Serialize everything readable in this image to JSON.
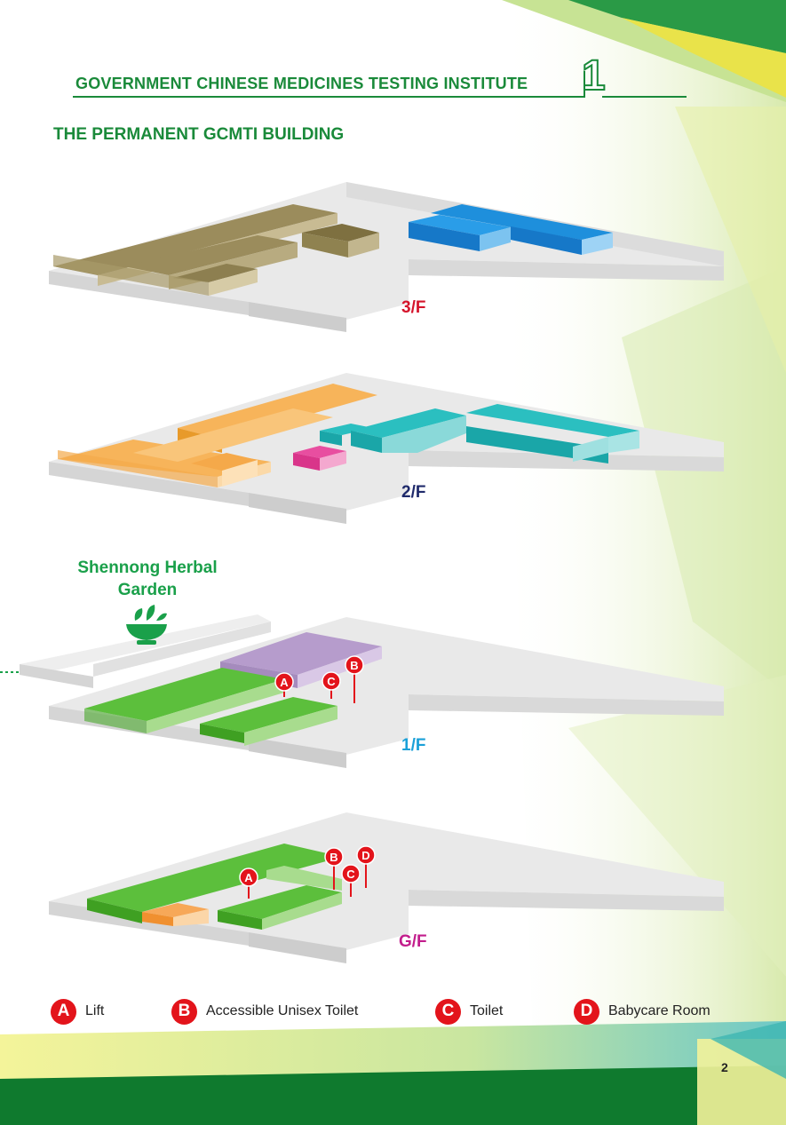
{
  "header": {
    "title": "GOVERNMENT CHINESE MEDICINES TESTING INSTITUTE",
    "chapter_number": "1"
  },
  "section_title": "THE PERMANENT GCMTI BUILDING",
  "floors": [
    {
      "label": "3/F",
      "color": "#d5142b"
    },
    {
      "label": "2/F",
      "color": "#1f2a6b"
    },
    {
      "label": "1/F",
      "color": "#1aa0d8"
    },
    {
      "label": "G/F",
      "color": "#c21d8c"
    }
  ],
  "garden": {
    "line1": "Shennong Herbal",
    "line2": "Garden",
    "icon": "mortar-pestle-herb-icon"
  },
  "markers": {
    "lift": "A",
    "accessible_toilet": "B",
    "toilet": "C",
    "babycare": "D"
  },
  "legend": [
    {
      "letter": "A",
      "label": "Lift"
    },
    {
      "letter": "B",
      "label": "Accessible Unisex Toilet"
    },
    {
      "letter": "C",
      "label": "Toilet"
    },
    {
      "letter": "D",
      "label": "Babycare Room"
    }
  ],
  "page_number": "2",
  "colors": {
    "brand_green": "#1a8a3a",
    "marker_red": "#e3141b",
    "floor3_lab": "#a99a6b",
    "floor3_blue": "#1e8fdc",
    "floor2_orange": "#f7b45a",
    "floor2_teal": "#2bbfc0",
    "floor2_pink": "#e84ea0",
    "floor1_green": "#5cbf3c",
    "floor1_purple": "#b69ccc"
  }
}
